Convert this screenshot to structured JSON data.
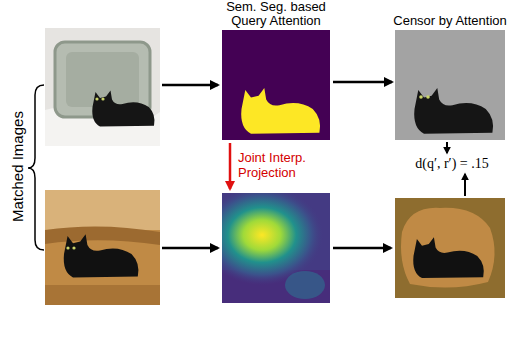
{
  "diagram": {
    "nodes": [
      {
        "text": [
          "Sem. Seg. based Query Attention"
        ]
      },
      {
        "text": [
          "Censor by Attention"
        ]
      }
    ],
    "edges": [
      {
        "from": 0,
        "to": 1,
        "arrow": "to"
      }
    ],
    "labels": [
      "Matched Images",
      "Joint Interp. Projection",
      "d(q′, r′) = .15"
    ]
  }
}
